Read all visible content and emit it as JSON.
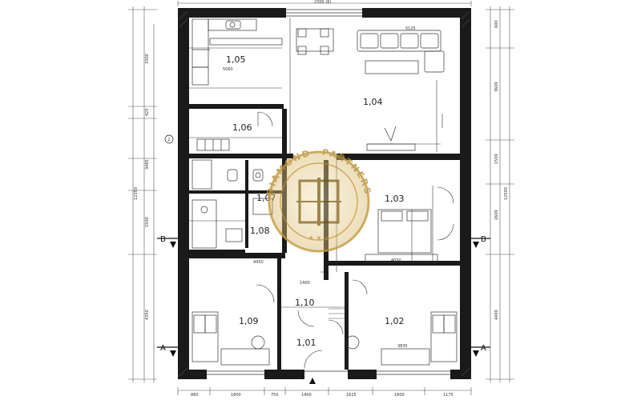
{
  "rooms": [
    {
      "id": "1.05",
      "label": "1,05"
    },
    {
      "id": "1.04",
      "label": "1,04"
    },
    {
      "id": "1.06",
      "label": "1,06"
    },
    {
      "id": "1.07",
      "label": "1,07"
    },
    {
      "id": "1.08",
      "label": "1,08"
    },
    {
      "id": "1.03",
      "label": "1,03"
    },
    {
      "id": "1.09",
      "label": "1,09"
    },
    {
      "id": "1.10",
      "label": "1,10"
    },
    {
      "id": "1.01",
      "label": "1,01"
    },
    {
      "id": "1.02",
      "label": "1,02"
    }
  ],
  "sections": {
    "a_left": "A",
    "a_right": "A",
    "b_left": "B",
    "b_right": "B"
  },
  "grid_marker": "2",
  "dimensions": {
    "top_total": "2300 (6)",
    "bottom": [
      "880",
      "1800",
      "750",
      "1400",
      "1625",
      "1800",
      "1175"
    ],
    "left_total": "12350",
    "right_total": "12500",
    "left": [
      "3300",
      "425",
      "3485",
      "1500",
      "4350"
    ],
    "right": [
      "600",
      "3600",
      "1500",
      "2600",
      "4400"
    ],
    "interior": {
      "w_1_09": "4450",
      "w_1_10": "1400",
      "w_1_02": "3835",
      "w_1_03": "4050",
      "w_1_04": "5125",
      "w_1_05": "5060"
    }
  },
  "watermark": {
    "line1": "DIAMOND",
    "line2": "PARTNERS",
    "brand_color": "#c49a3c"
  },
  "colors": {
    "wall": "#1a1a1a",
    "line": "#3a3a3a",
    "dim": "#555555"
  }
}
